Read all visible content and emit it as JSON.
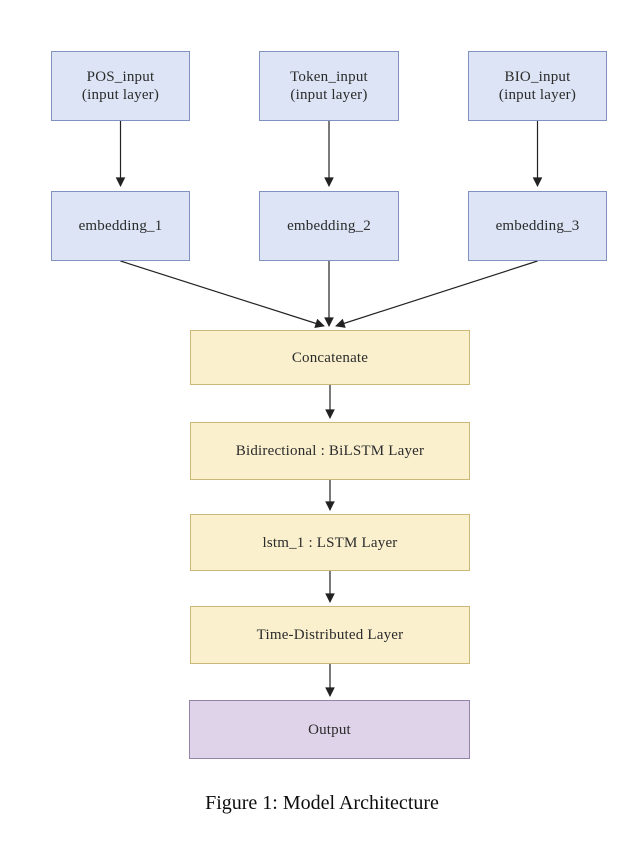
{
  "figure": {
    "caption": "Figure 1: Model Architecture"
  },
  "colors": {
    "input_node_fill": "#dce4f5",
    "input_node_border": "#8191c2",
    "pipeline_node_fill": "#faf0ce",
    "pipeline_node_border": "#c9b876",
    "output_node_fill": "#ded3e8",
    "output_node_border": "#9683aa",
    "edge_color": "#222222",
    "text_color": "#2b2b2b"
  },
  "diagram": {
    "input_nodes": [
      {
        "label": "POS_input",
        "sublabel": "(input layer)"
      },
      {
        "label": "Token_input",
        "sublabel": "(input layer)"
      },
      {
        "label": "BIO_input",
        "sublabel": "(input layer)"
      }
    ],
    "embedding_nodes": [
      {
        "label": "embedding_1"
      },
      {
        "label": "embedding_2"
      },
      {
        "label": "embedding_3"
      }
    ],
    "pipeline_nodes": [
      {
        "label": "Concatenate"
      },
      {
        "label": "Bidirectional : BiLSTM Layer"
      },
      {
        "label": "lstm_1 : LSTM Layer"
      },
      {
        "label": "Time-Distributed Layer"
      }
    ],
    "output_node": {
      "label": "Output"
    },
    "edges": [
      {
        "from": "POS_input",
        "to": "embedding_1"
      },
      {
        "from": "Token_input",
        "to": "embedding_2"
      },
      {
        "from": "BIO_input",
        "to": "embedding_3"
      },
      {
        "from": "embedding_1",
        "to": "Concatenate"
      },
      {
        "from": "embedding_2",
        "to": "Concatenate"
      },
      {
        "from": "embedding_3",
        "to": "Concatenate"
      },
      {
        "from": "Concatenate",
        "to": "Bidirectional : BiLSTM Layer"
      },
      {
        "from": "Bidirectional : BiLSTM Layer",
        "to": "lstm_1 : LSTM Layer"
      },
      {
        "from": "lstm_1 : LSTM Layer",
        "to": "Time-Distributed Layer"
      },
      {
        "from": "Time-Distributed Layer",
        "to": "Output"
      }
    ]
  }
}
